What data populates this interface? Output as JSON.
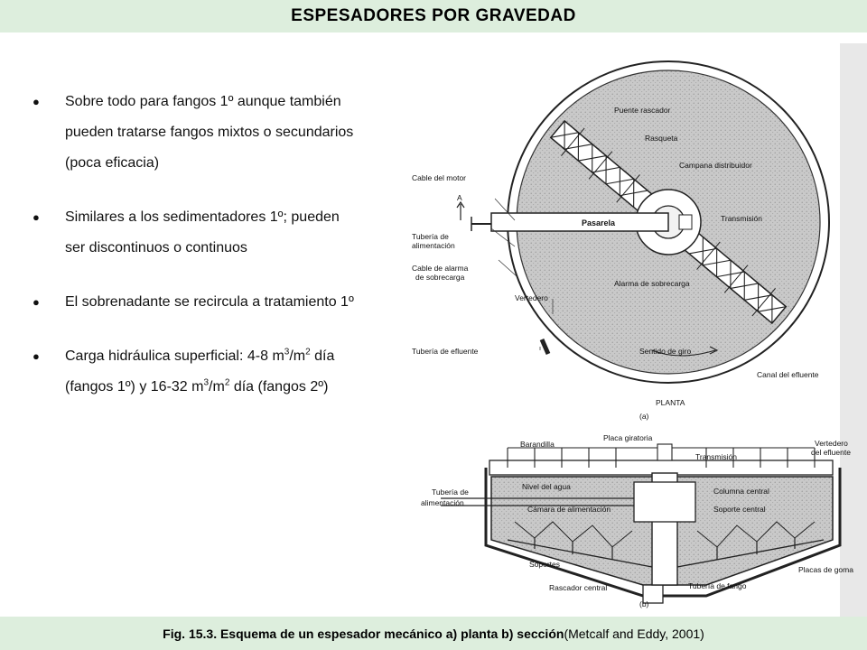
{
  "header": {
    "title": "ESPESADORES POR GRAVEDAD"
  },
  "bullets": {
    "b1": "Sobre todo para fangos 1º aunque también pueden tratarse fangos mixtos o secundarios (poca eficacia)",
    "b2": "Similares a los sedimentadores 1º; pueden ser discontinuos o continuos",
    "b3": "El sobrenadante se recircula a tratamiento 1º",
    "b4": {
      "t1": "Carga hidráulica superficial: 4-8 m",
      "s1": "3",
      "t2": "/m",
      "s2": "2",
      "t3": " día (fangos 1º) y 16-32 m",
      "s3": "3",
      "t4": "/m",
      "s4": "2",
      "t5": " día (fangos 2º)"
    }
  },
  "figure": {
    "plan": {
      "puente": "Puente rascador",
      "rasqueta": "Rasqueta",
      "campana": "Campana distribuidor",
      "cable_motor": "Cable del motor",
      "a": "A",
      "pasarela": "Pasarela",
      "transmision": "Transmisión",
      "tuberia_alim_1": "Tubería de",
      "tuberia_alim_2": "alimentación",
      "cable_alarma_1": "Cable de alarma",
      "cable_alarma_2": "de sobrecarga",
      "alarma": "Alarma de sobrecarga",
      "vertedero": "Vertedero",
      "tuberia_efluente": "Tubería de efluente",
      "sentido": "Sentido de giro",
      "canal": "Canal del efluente",
      "planta": "PLANTA",
      "tag_a": "(a)"
    },
    "section": {
      "barandilla": "Barandilla",
      "placa": "Placa giratoria",
      "vertedero_1": "Vertedero",
      "vertedero_2": "del efluente",
      "transmision": "Transmisión",
      "tuberia_1": "Tubería de",
      "tuberia_2": "alimentación",
      "nivel": "Nivel del agua",
      "columna": "Columna central",
      "camara": "Cámara de alimentación",
      "soporte": "Soporte central",
      "soportes": "Soportes",
      "placas": "Placas de goma",
      "rascador": "Rascador central",
      "tuberia_fango": "Tubería de fango",
      "tag_b": "(b)"
    }
  },
  "caption": {
    "bold": "Fig. 15.3. Esquema de un espesador mecánico a) planta b) sección",
    "normal": " (Metcalf and Eddy, 2001)"
  }
}
